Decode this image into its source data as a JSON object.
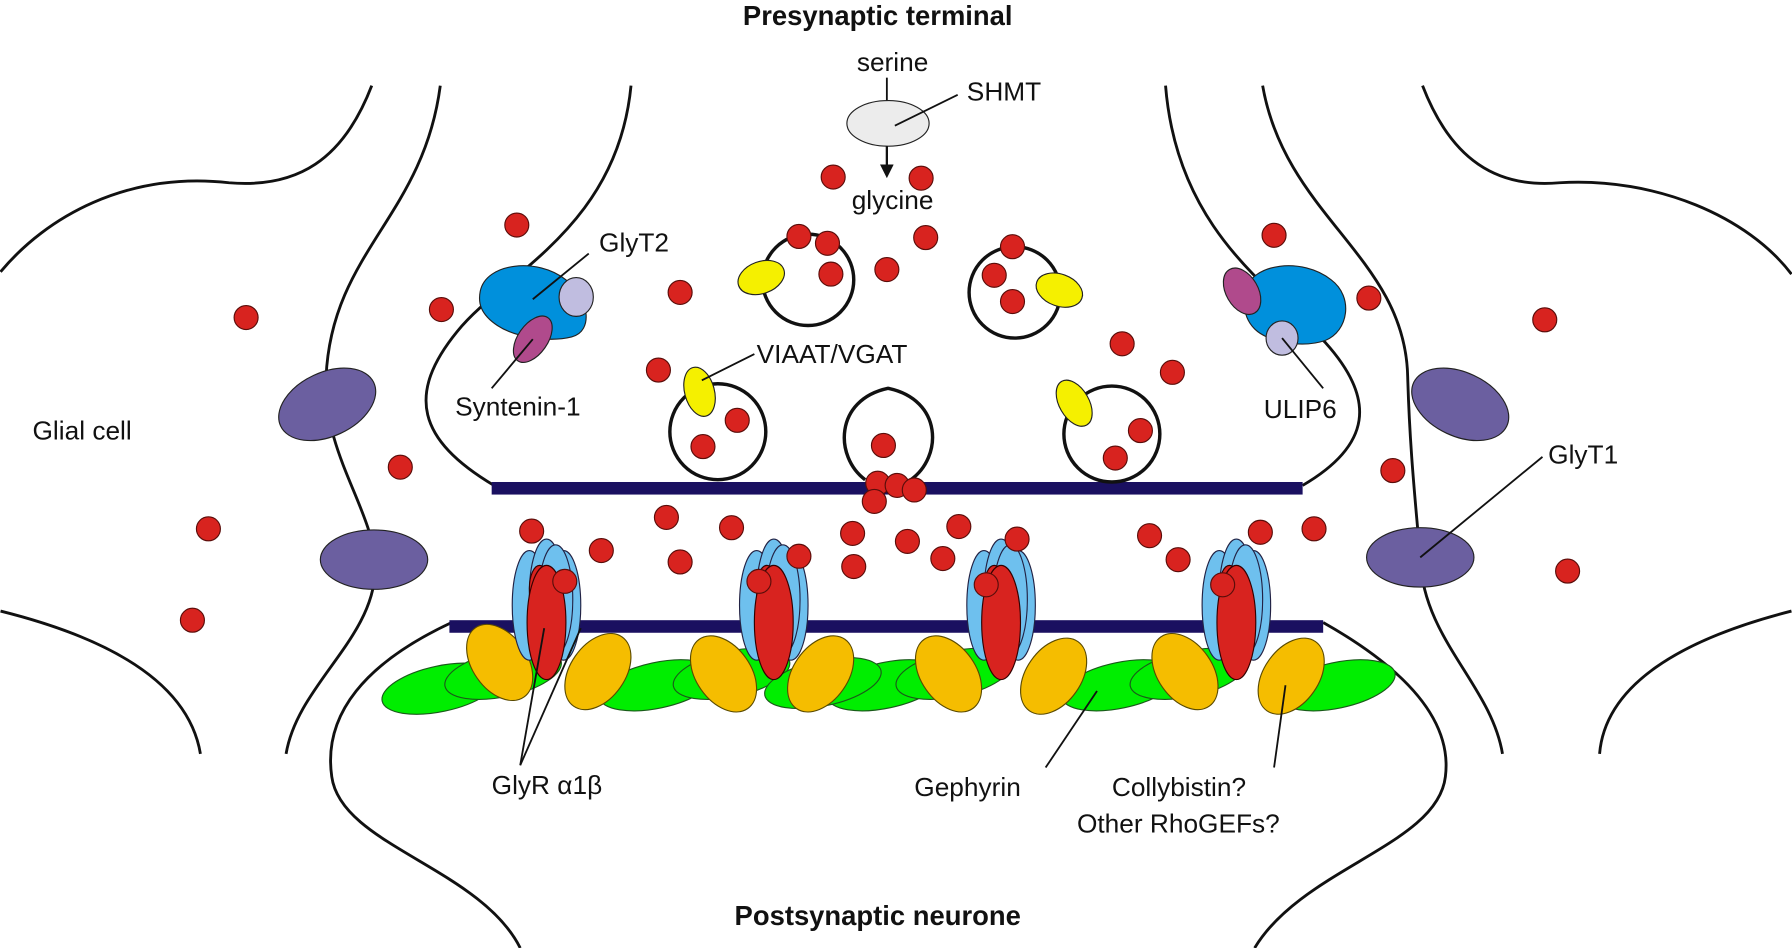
{
  "titles": {
    "presynaptic": "Presynaptic terminal",
    "postsynaptic": "Postsynaptic neurone"
  },
  "labels": {
    "serine": "serine",
    "shmt": "SHMT",
    "glycine": "glycine",
    "glyt2": "GlyT2",
    "syntenin": "Syntenin-1",
    "viaat": "VIAAT/VGAT",
    "ulip6": "ULIP6",
    "glial": "Glial cell",
    "glyt1": "GlyT1",
    "glyr": "GlyR α1β",
    "gephyrin": "Gephyrin",
    "collybistin": "Collybistin?",
    "rhogefs": "Other RhoGEFs?"
  },
  "colors": {
    "glycine": "#d8231f",
    "glyt1": "#6b5fa0",
    "glyt2": "#0090dc",
    "syntenin": "#b04a8c",
    "ulip6": "#c0bde0",
    "viaat": "#f5f000",
    "glyr_alpha": "#d8231f",
    "glyr_beta": "#6ec0ee",
    "gephyrin": "#00ee00",
    "collybistin": "#f5bd00",
    "membrane": "#1a1060",
    "shmt": "#ececec"
  }
}
